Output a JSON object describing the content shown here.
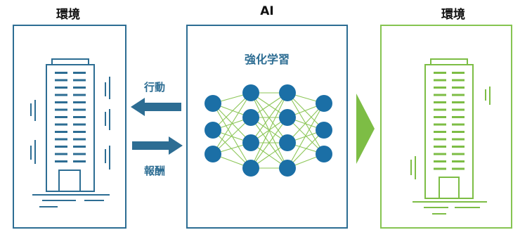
{
  "env_left": {
    "title": "環境"
  },
  "ai": {
    "title": "AI",
    "subtitle": "強化学習"
  },
  "env_right": {
    "title": "環境"
  },
  "arrows": {
    "action_label": "行動",
    "reward_label": "報酬"
  },
  "colors": {
    "blue": "#2d6d93",
    "node": "#1b6fa6",
    "green": "#7dbd45",
    "edge": "#8cc657"
  }
}
